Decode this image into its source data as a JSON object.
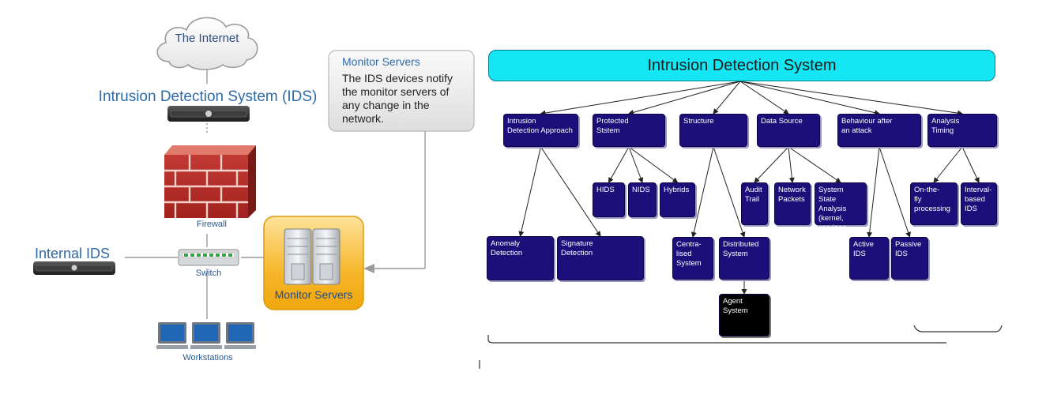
{
  "left_diagram": {
    "cloud_label": "The Internet",
    "ids_title": "Intrusion Detection System (IDS)",
    "firewall_label": "Firewall",
    "internal_ids_label": "Internal IDS",
    "switch_label": "Switch",
    "workstations_label": "Workstations",
    "monitor_servers_label": "Monitor Servers",
    "callout": {
      "title": "Monitor Servers",
      "text": "The IDS devices notify the monitor servers of any change in the network."
    }
  },
  "taxonomy": {
    "root": "Intrusion Detection System",
    "categories": [
      {
        "label": "Intrusion\nDetection Approach",
        "children": [
          "Anomaly\nDetection",
          "Signature\nDetection"
        ]
      },
      {
        "label": "Protected\nStstem",
        "children": [
          "HIDS",
          "NIDS",
          "Hybrids"
        ]
      },
      {
        "label": "Structure",
        "children": [
          "Centra-\nlised\nSystem",
          "Distributed\nSystem"
        ]
      },
      {
        "label": "Data Source",
        "children": [
          "Audit\nTrail",
          "Network\nPackets",
          "System State\nAnalysis\n(kernel,\nservices, files)"
        ]
      },
      {
        "label": "Behaviour after\nan attack",
        "children": [
          "Active\nIDS",
          "Passive\nIDS"
        ]
      },
      {
        "label": "Analysis\nTiming",
        "children": [
          "On-the-\nfly\nprocessing",
          "Interval-\nbased\nIDS"
        ]
      }
    ],
    "agent": "Agent\nSystem"
  },
  "colors": {
    "node_fill": "#1c0f7a",
    "root_fill": "#14e6f4",
    "agent_fill": "#000000",
    "brand_blue": "#2e6aa8",
    "monitor_gold": "#f2b320"
  }
}
